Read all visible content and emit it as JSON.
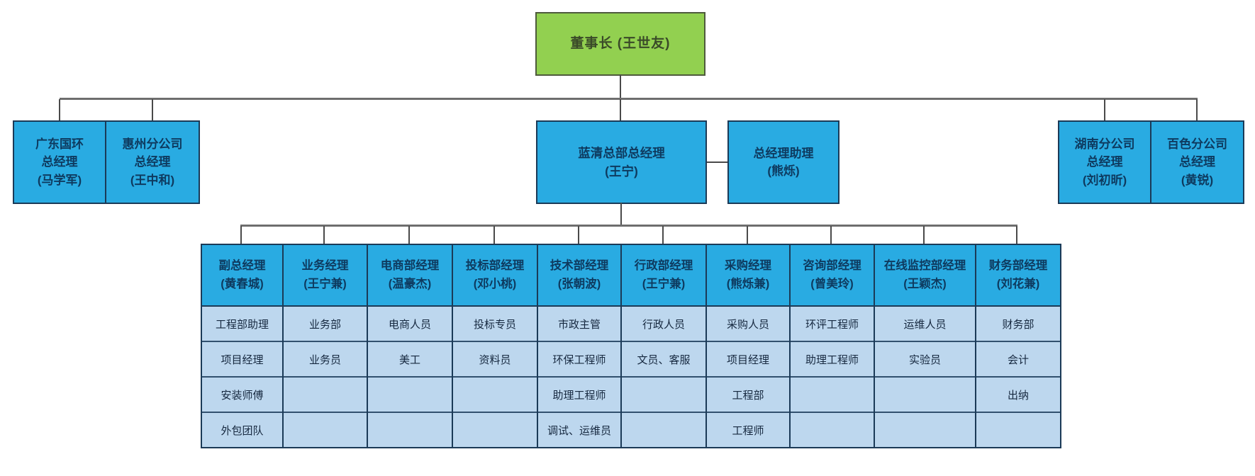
{
  "title_box": {
    "label": "董事长 (王世友)"
  },
  "level2_boxes": {
    "guangdong_guohuan": {
      "lines": [
        "广东国环",
        "总经理",
        "(马学军)"
      ]
    },
    "huizhou": {
      "lines": [
        "惠州分公司",
        "总经理",
        "(王中和)"
      ]
    },
    "lanqing_hq": {
      "lines": [
        "蓝清总部总经理",
        "(王宁)"
      ]
    },
    "gm_assistant": {
      "lines": [
        "总经理助理",
        "(熊烁)"
      ]
    },
    "hunan": {
      "lines": [
        "湖南分公司",
        "总经理",
        "(刘初昕)"
      ]
    },
    "baise": {
      "lines": [
        "百色分公司",
        "总经理",
        "(黄锐)"
      ]
    }
  },
  "departments": [
    {
      "head": [
        "副总经理",
        "(黄春城)"
      ],
      "cells": [
        "工程部助理",
        "项目经理",
        "安装师傅",
        "外包团队"
      ]
    },
    {
      "head": [
        "业务经理",
        "(王宁兼)"
      ],
      "cells": [
        "业务部",
        "业务员",
        "",
        ""
      ]
    },
    {
      "head": [
        "电商部经理",
        "(温豪杰)"
      ],
      "cells": [
        "电商人员",
        "美工",
        "",
        ""
      ]
    },
    {
      "head": [
        "投标部经理",
        "(邓小桃)"
      ],
      "cells": [
        "投标专员",
        "资料员",
        "",
        ""
      ]
    },
    {
      "head": [
        "技术部经理",
        "(张朝波)"
      ],
      "cells": [
        "市政主管",
        "环保工程师",
        "助理工程师",
        "调试、运维员"
      ]
    },
    {
      "head": [
        "行政部经理",
        "(王宁兼)"
      ],
      "cells": [
        "行政人员",
        "文员、客服",
        "",
        ""
      ]
    },
    {
      "head": [
        "采购经理",
        "(熊烁兼)"
      ],
      "cells": [
        "采购人员",
        "项目经理",
        "工程部",
        "工程师"
      ]
    },
    {
      "head": [
        "咨询部经理",
        "(曾美玲)"
      ],
      "cells": [
        "环评工程师",
        "助理工程师",
        "",
        ""
      ]
    },
    {
      "head": [
        "在线监控部经理",
        "(王颖杰)"
      ],
      "cells": [
        "运维人员",
        "实验员",
        "",
        ""
      ]
    },
    {
      "head": [
        "财务部经理",
        "(刘花兼)"
      ],
      "cells": [
        "财务部",
        "会计",
        "出纳",
        ""
      ]
    }
  ],
  "colors": {
    "chairman_fill": "#92D050",
    "manager_fill": "#29ABE2",
    "staff_cell_fill": "#BDD7EE",
    "box_border": "#1B3A57",
    "connector_gray": "#6E6E6E",
    "text_navy": "#0E3A5F"
  }
}
